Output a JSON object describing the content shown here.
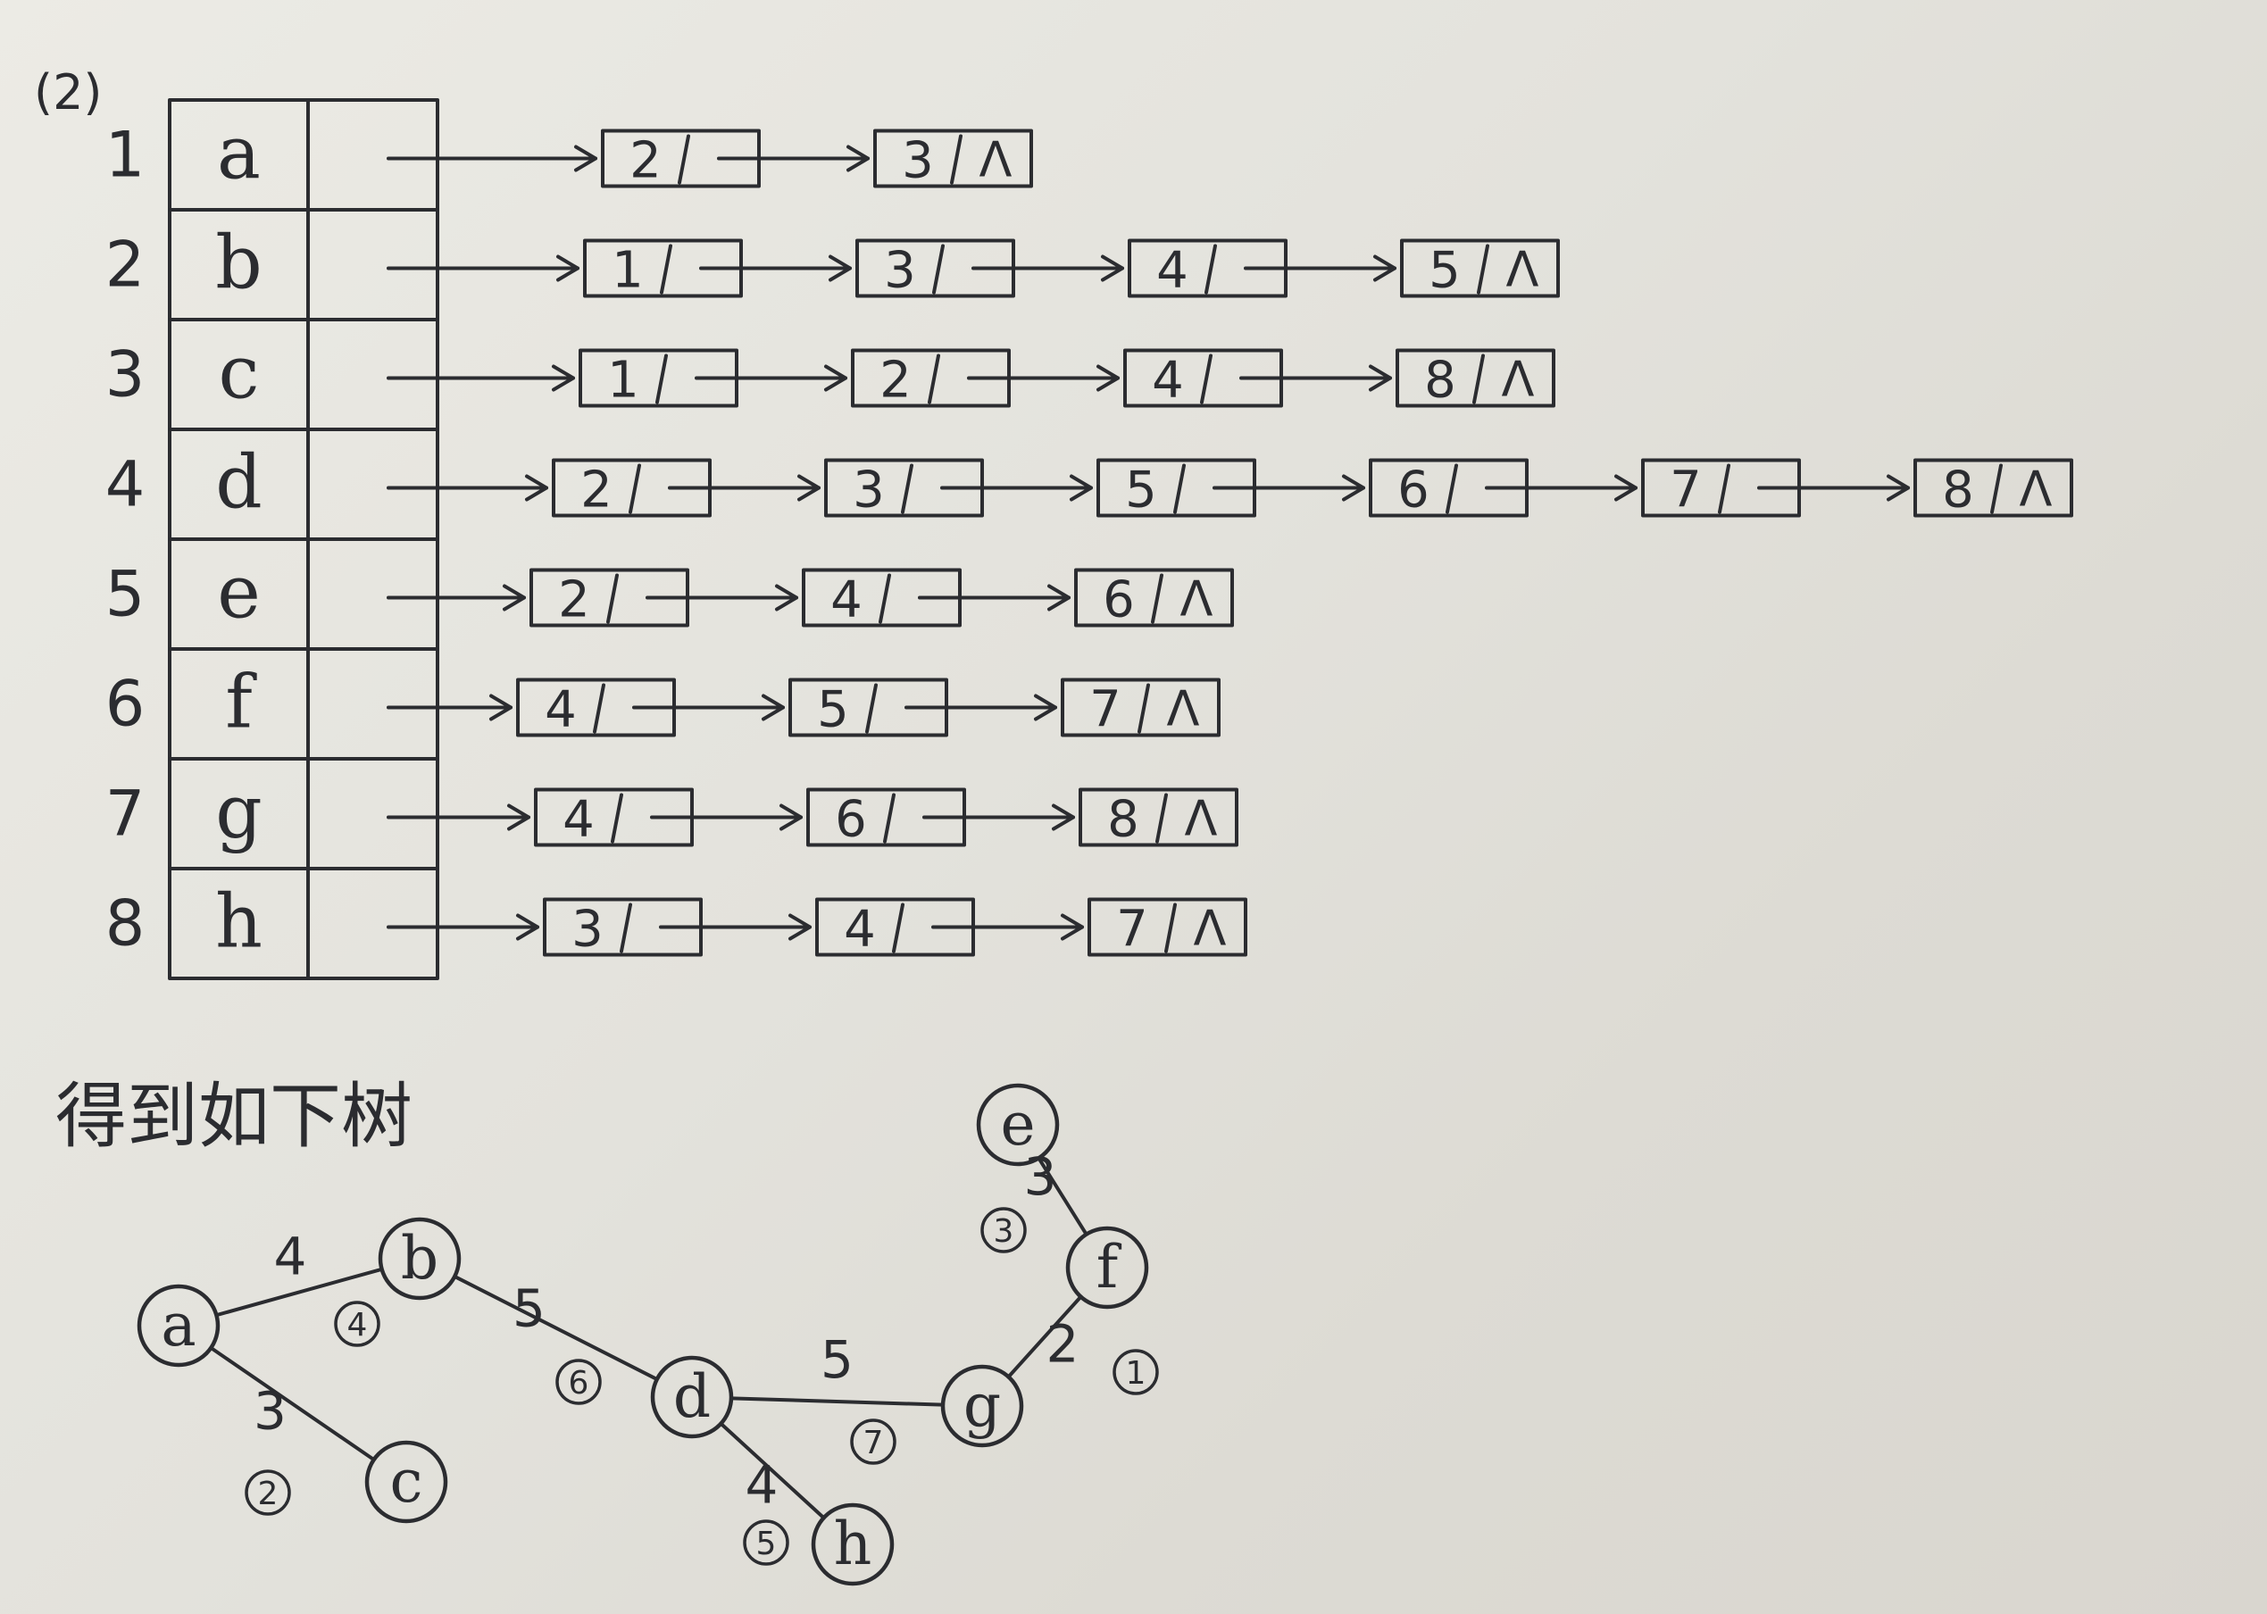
{
  "part_label": "(2)",
  "adjacency": {
    "rows": [
      {
        "index": "1",
        "vertex": "a",
        "list": [
          "2",
          "3"
        ]
      },
      {
        "index": "2",
        "vertex": "b",
        "list": [
          "1",
          "3",
          "4",
          "5"
        ]
      },
      {
        "index": "3",
        "vertex": "c",
        "list": [
          "1",
          "2",
          "4",
          "8"
        ]
      },
      {
        "index": "4",
        "vertex": "d",
        "list": [
          "2",
          "3",
          "5",
          "6",
          "7",
          "8"
        ]
      },
      {
        "index": "5",
        "vertex": "e",
        "list": [
          "2",
          "4",
          "6"
        ]
      },
      {
        "index": "6",
        "vertex": "f",
        "list": [
          "4",
          "5",
          "7"
        ]
      },
      {
        "index": "7",
        "vertex": "g",
        "list": [
          "4",
          "6",
          "8"
        ]
      },
      {
        "index": "8",
        "vertex": "h",
        "list": [
          "3",
          "4",
          "7"
        ]
      }
    ],
    "null_symbol": "Λ"
  },
  "tree": {
    "caption": "得到如下树",
    "nodes": [
      {
        "id": "a",
        "label": "a"
      },
      {
        "id": "b",
        "label": "b"
      },
      {
        "id": "c",
        "label": "c"
      },
      {
        "id": "d",
        "label": "d"
      },
      {
        "id": "e",
        "label": "e"
      },
      {
        "id": "f",
        "label": "f"
      },
      {
        "id": "g",
        "label": "g"
      },
      {
        "id": "h",
        "label": "h"
      }
    ],
    "edges": [
      {
        "from": "a",
        "to": "b",
        "weight": "4",
        "order": "4"
      },
      {
        "from": "a",
        "to": "c",
        "weight": "3",
        "order": "2"
      },
      {
        "from": "b",
        "to": "d",
        "weight": "5",
        "order": "6"
      },
      {
        "from": "d",
        "to": "g",
        "weight": "5",
        "order": "7"
      },
      {
        "from": "d",
        "to": "h",
        "weight": "4",
        "order": "5"
      },
      {
        "from": "g",
        "to": "f",
        "weight": "2",
        "order": "1"
      },
      {
        "from": "f",
        "to": "e",
        "weight": "3",
        "order": "3"
      }
    ]
  },
  "colors": {
    "ink": "#2b2c30",
    "paper": "#e6e5df"
  }
}
